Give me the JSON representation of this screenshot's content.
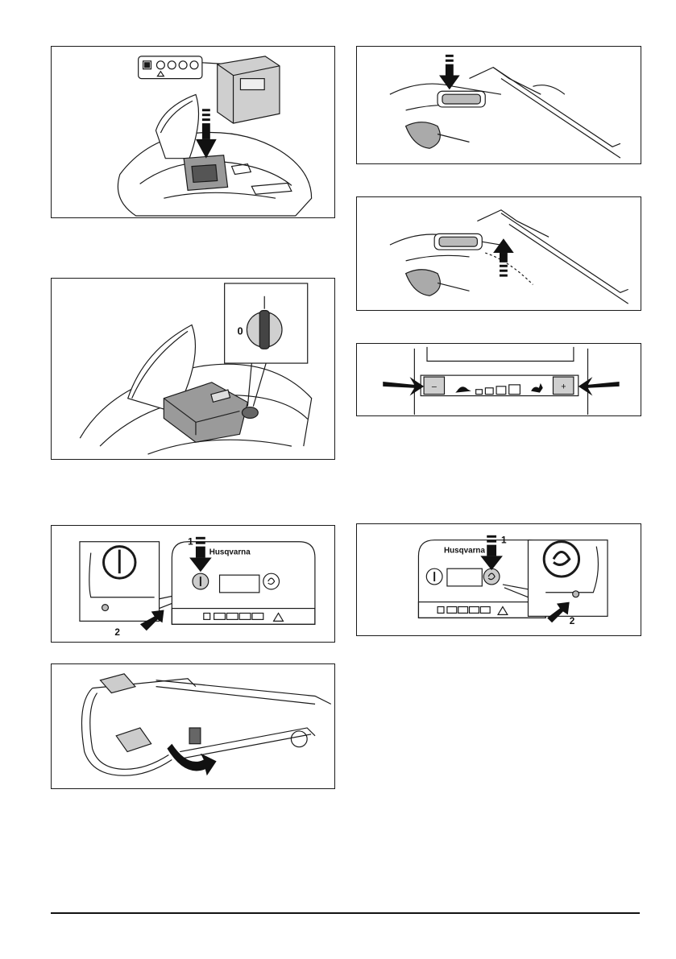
{
  "figures": {
    "battery_insert": {},
    "safety_key": {
      "key_label": "0"
    },
    "power_on": {
      "brand": "Husqvarna",
      "callouts": [
        "1",
        "2"
      ]
    },
    "handle_fold": {},
    "bail_press": {},
    "bail_release": {},
    "speed_control": {
      "minus_label": "–",
      "plus_label": "+"
    },
    "eco_mode": {
      "brand": "Husqvarna",
      "callouts": [
        "1",
        "2"
      ]
    }
  },
  "colors": {
    "line": "#1a1a1a",
    "fill_gray": "#c8c8c8",
    "dark": "#111111"
  }
}
